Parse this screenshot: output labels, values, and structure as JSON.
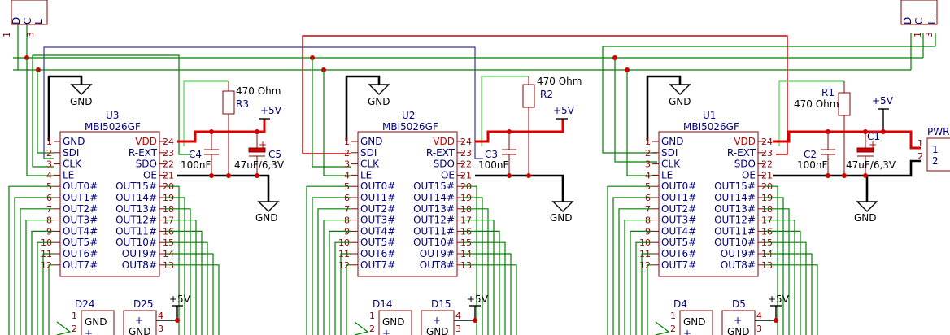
{
  "chips": [
    {
      "ref": "U3",
      "part": "MBI5026GF"
    },
    {
      "ref": "U2",
      "part": "MBI5026GF"
    },
    {
      "ref": "U1",
      "part": "MBI5026GF"
    }
  ],
  "pins_left": [
    {
      "num": "1",
      "label": "GND"
    },
    {
      "num": "2",
      "label": "SDI"
    },
    {
      "num": "3",
      "label": "CLK"
    },
    {
      "num": "4",
      "label": "LE"
    },
    {
      "num": "5",
      "label": "OUT0#"
    },
    {
      "num": "6",
      "label": "OUT1#"
    },
    {
      "num": "7",
      "label": "OUT2#"
    },
    {
      "num": "8",
      "label": "OUT3#"
    },
    {
      "num": "9",
      "label": "OUT4#"
    },
    {
      "num": "10",
      "label": "OUT5#"
    },
    {
      "num": "11",
      "label": "OUT6#"
    },
    {
      "num": "12",
      "label": "OUT7#"
    }
  ],
  "pins_right": [
    {
      "num": "24",
      "label": "VDD"
    },
    {
      "num": "23",
      "label": "R-EXT"
    },
    {
      "num": "22",
      "label": "SDO"
    },
    {
      "num": "21",
      "label": "OE"
    },
    {
      "num": "20",
      "label": "OUT15#"
    },
    {
      "num": "19",
      "label": "OUT14#"
    },
    {
      "num": "18",
      "label": "OUT13#"
    },
    {
      "num": "17",
      "label": "OUT12#"
    },
    {
      "num": "16",
      "label": "OUT11#"
    },
    {
      "num": "15",
      "label": "OUT10#"
    },
    {
      "num": "14",
      "label": "OUT9#"
    },
    {
      "num": "13",
      "label": "OUT8#"
    }
  ],
  "labels": {
    "gnd": "GND",
    "p5v": "+5V",
    "r3": "R3",
    "r3v": "470 Ohm",
    "r2": "R2",
    "r2v": "470 Ohm",
    "r1": "R1",
    "r1v": "470 Ohm",
    "c4": "C4",
    "c4v": "100nF",
    "c5": "C5",
    "c5v": "47uF/6,3V",
    "c3": "C3",
    "c3v": "100nF",
    "c2": "C2",
    "c2v": "100nF",
    "c1": "C1",
    "c1v": "47uF/6,3V",
    "pwr": "PWR",
    "pwr1": "1",
    "pwr2": "2",
    "plus": "+",
    "d24": "D24",
    "d25": "D25",
    "d14": "D14",
    "d15": "D15",
    "d4": "D4",
    "d5": "D5",
    "one": "1",
    "two": "2",
    "three": "3",
    "four": "4",
    "conn1": "1",
    "connD": "D",
    "connC": "C",
    "connL": "L",
    "conn3": "3"
  }
}
